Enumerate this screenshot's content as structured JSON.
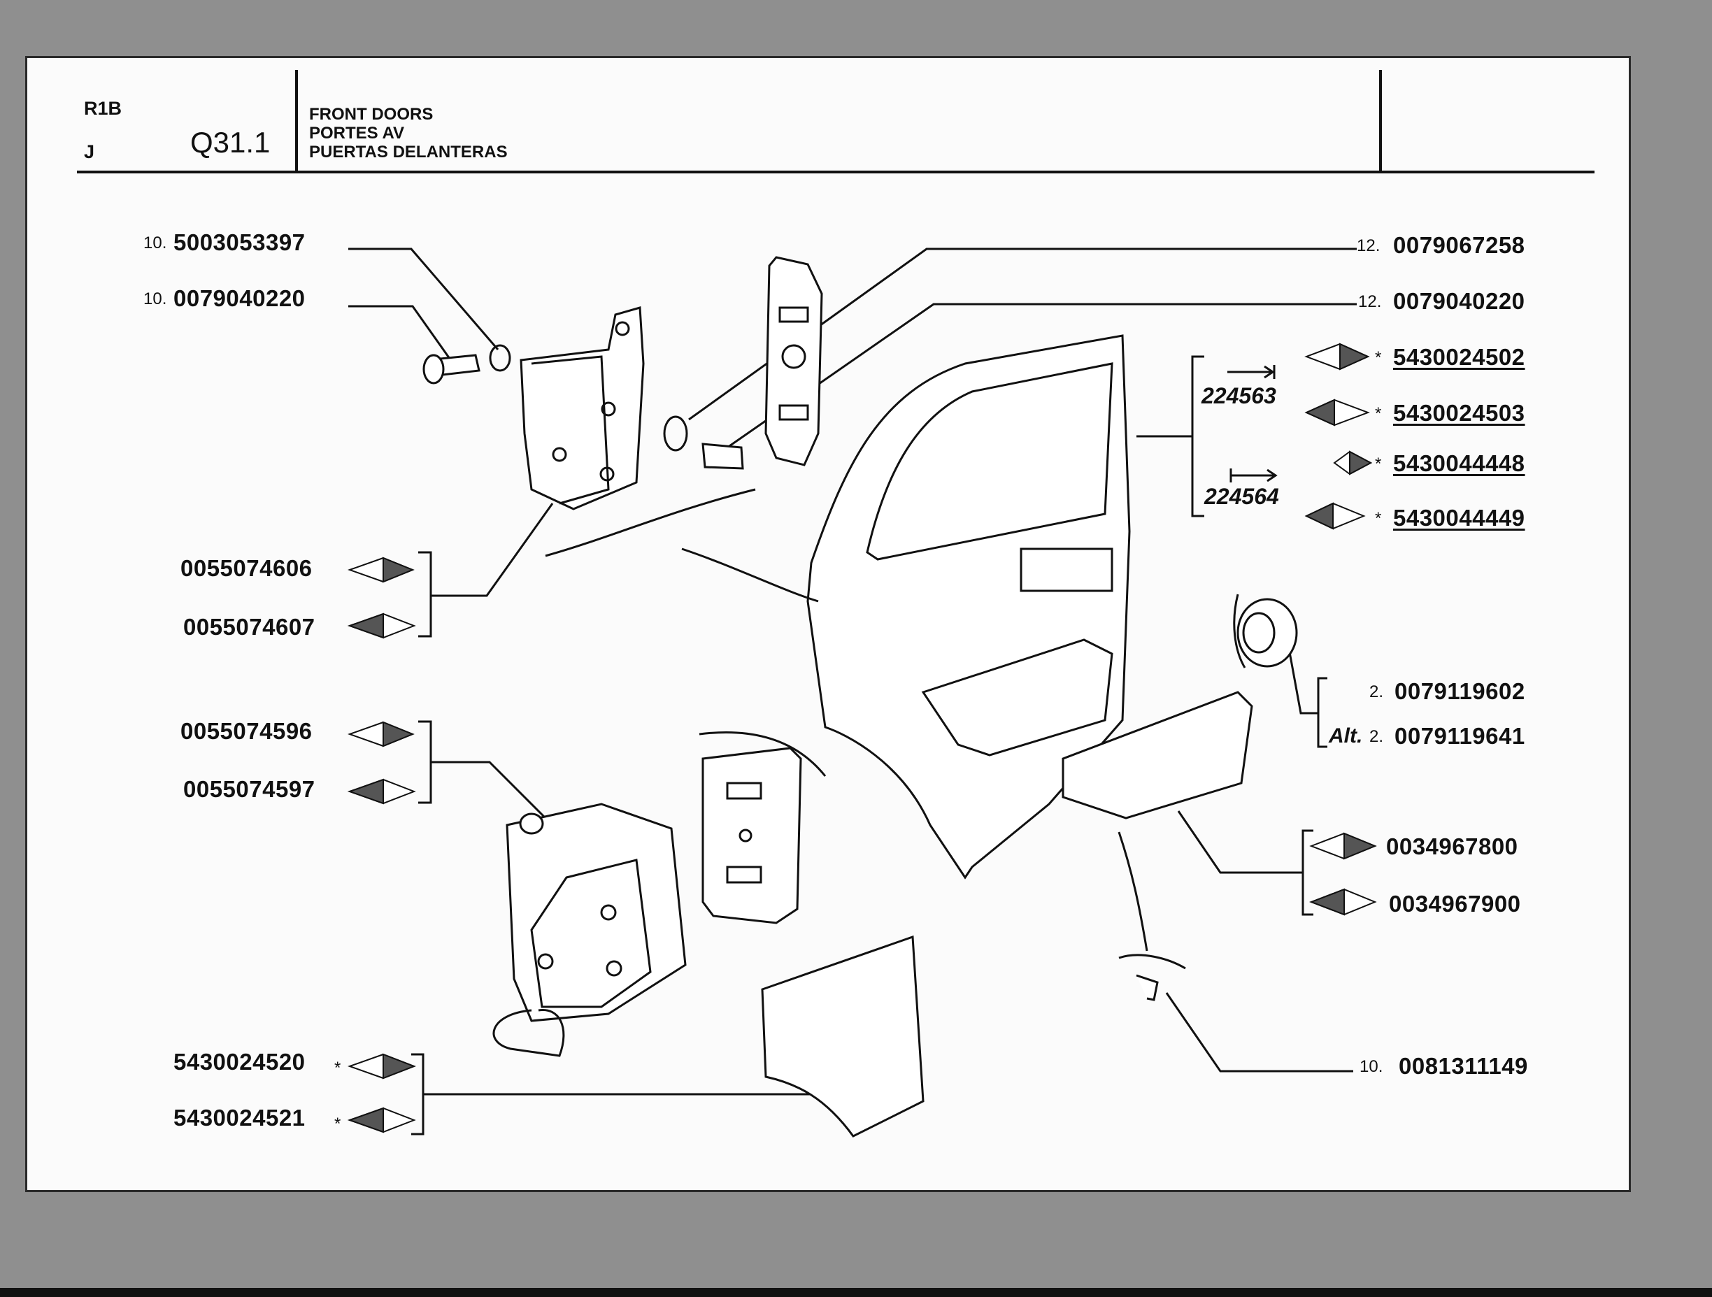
{
  "header": {
    "model": "R1B",
    "section": "J",
    "group_code": "Q31.1",
    "title_lines": [
      "FRONT DOORS",
      "PORTES AV",
      "PUERTAS DELANTERAS"
    ]
  },
  "callouts": {
    "upper_hinge_screw": {
      "qty": "10.",
      "part": "5003053397"
    },
    "upper_hinge_bolt": {
      "qty": "10.",
      "part": "0079040220"
    },
    "door_washer": {
      "qty": "12.",
      "part": "0079067258"
    },
    "door_bolt": {
      "qty": "12.",
      "part": "0079040220"
    },
    "door_right_224563": {
      "arrow_label": "224563",
      "part": "5430024502"
    },
    "door_left_224563": {
      "part": "5430024503"
    },
    "door_right_224564": {
      "arrow_label": "224564",
      "part": "5430044448"
    },
    "door_left_224564": {
      "part": "5430044449"
    },
    "upper_hinge_right": {
      "part": "0055074606"
    },
    "upper_hinge_left": {
      "part": "0055074607"
    },
    "lower_hinge_right": {
      "part": "0055074596"
    },
    "lower_hinge_left": {
      "part": "0055074597"
    },
    "grommet": {
      "qty": "2.",
      "part": "0079119602"
    },
    "grommet_alt": {
      "alt": "Alt.",
      "qty": "2.",
      "part": "0079119641"
    },
    "panel_right": {
      "part": "0034967800"
    },
    "panel_left": {
      "part": "0034967900"
    },
    "panel_screw": {
      "qty": "10.",
      "part": "0081311149"
    },
    "lower_skin_right": {
      "part": "5430024520"
    },
    "lower_skin_left": {
      "part": "5430024521"
    }
  },
  "marks": {
    "star": "*"
  }
}
